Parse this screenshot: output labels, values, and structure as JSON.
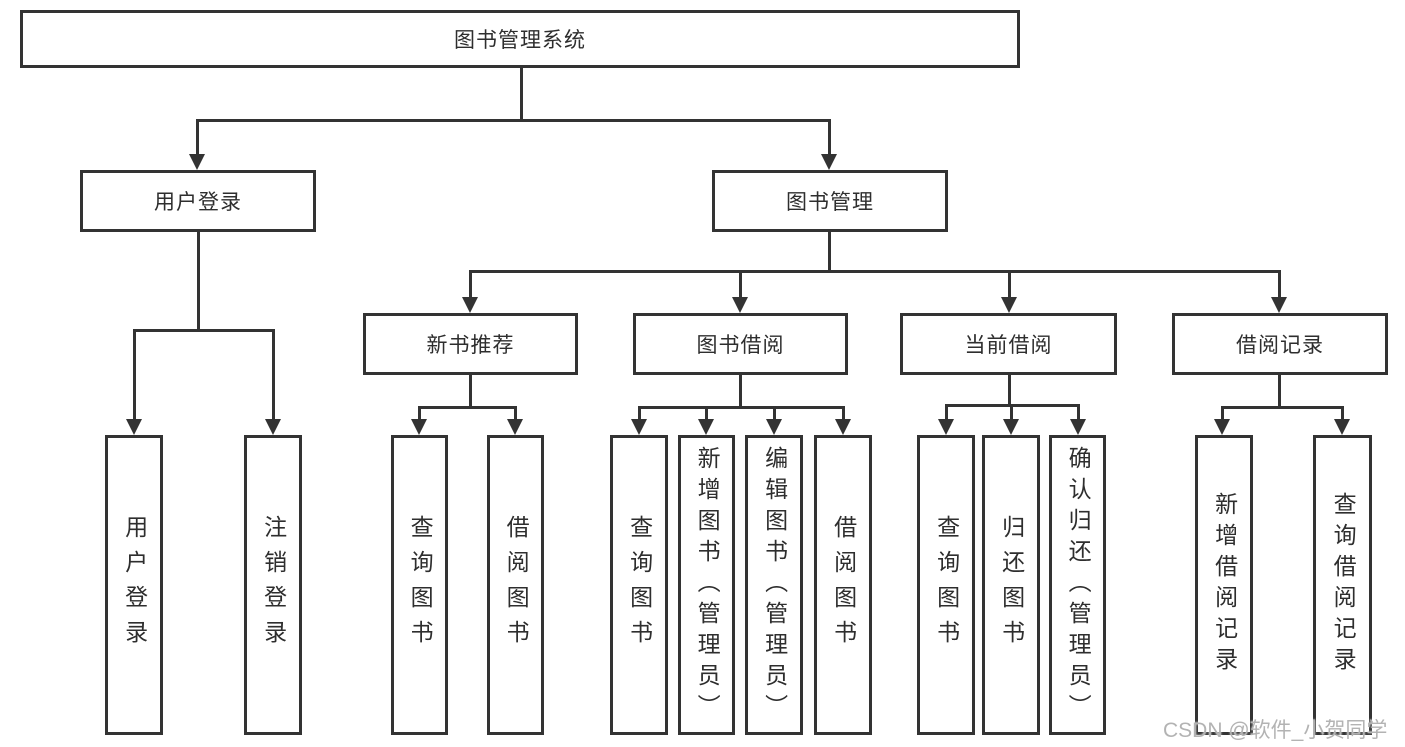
{
  "colors": {
    "line": "#333333",
    "box_border": "#333333",
    "text": "#2e2e2e",
    "watermark": "#b3b3b3",
    "background": "#ffffff"
  },
  "watermark": {
    "text": "CSDN @软件_小贺同学"
  },
  "tree": {
    "root": {
      "label": "图书管理系统"
    },
    "user_branch": {
      "label": "用户登录",
      "children": {
        "user_login": {
          "label": "用户登录"
        },
        "logout": {
          "label": "注销登录"
        }
      }
    },
    "book_branch": {
      "label": "图书管理",
      "children": {
        "recommend": {
          "label": "新书推荐",
          "children": {
            "query_books": {
              "label": "查询图书"
            },
            "borrow_books": {
              "label": "借阅图书"
            }
          }
        },
        "borrowing": {
          "label": "图书借阅",
          "children": {
            "query_books": {
              "label": "查询图书"
            },
            "add_books_admin": {
              "label": "新增图书（管理员）"
            },
            "edit_books_admin": {
              "label": "编辑图书（管理员）"
            },
            "borrow_books": {
              "label": "借阅图书"
            }
          }
        },
        "current": {
          "label": "当前借阅",
          "children": {
            "query_books": {
              "label": "查询图书"
            },
            "return_books": {
              "label": "归还图书"
            },
            "confirm_return_admin": {
              "label": "确认归还（管理员）"
            }
          }
        },
        "records": {
          "label": "借阅记录",
          "children": {
            "add_record": {
              "label": "新增借阅记录"
            },
            "query_record": {
              "label": "查询借阅记录"
            }
          }
        }
      }
    }
  }
}
